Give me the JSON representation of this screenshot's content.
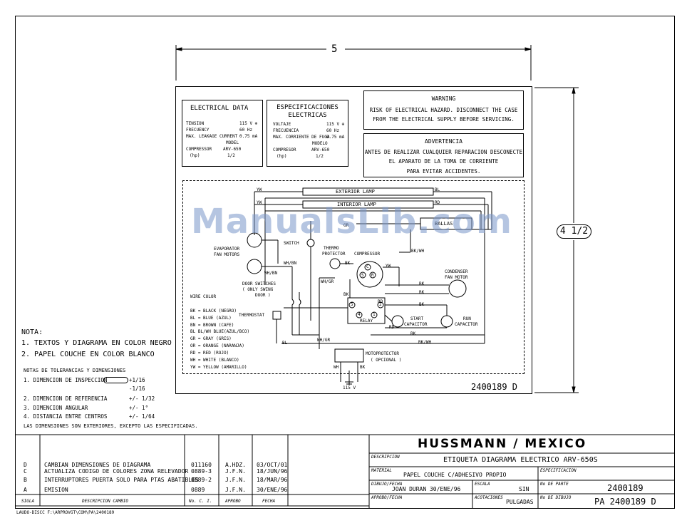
{
  "dimensions": {
    "width": "5",
    "height": "4 1/2"
  },
  "watermark": "ManualsLib.com",
  "electrical_data": {
    "title": "ELECTRICAL DATA",
    "rows": [
      [
        "TENSION",
        "115 V ⊕"
      ],
      [
        "FRECUENCY",
        "60 Hz"
      ],
      [
        "MAX. LEAKAGE CURRENT",
        "0.75 mA"
      ],
      [
        "",
        "MODEL"
      ],
      [
        "COMPRESSOR",
        "ARV-650"
      ],
      [
        "(hp)",
        "1/2"
      ]
    ]
  },
  "especificaciones": {
    "title": "ESPECIFICACIONES",
    "title2": "ELECTRICAS",
    "rows": [
      [
        "VOLTAJE",
        "115 V ⊕"
      ],
      [
        "FRECUENCIA",
        "60 Hz"
      ],
      [
        "MAX. CORRIENTE DE FUGA",
        "0.75 mA"
      ],
      [
        "",
        "MODELO"
      ],
      [
        "COMPRESOR",
        "ARV-650"
      ],
      [
        "(hp)",
        "1/2"
      ]
    ]
  },
  "warning": {
    "title": "WARNING",
    "line1": "RISK OF ELECTRICAL HAZARD. DISCONNECT THE CASE",
    "line2": "FROM THE ELECTRICAL SUPPLY BEFORE SERVICING."
  },
  "advertencia": {
    "title": "ADVERTENCIA",
    "line1": "ANTES DE REALIZAR CUALQUIER REPARACION DESCONECTE",
    "line2": "EL APARATO DE LA TOMA DE CORRIENTE",
    "line3": "PARA EVITAR ACCIDENTES."
  },
  "wiring": {
    "exterior_lamp": "EXTERIOR LAMP",
    "interior_lamp": "INTERIOR LAMP",
    "ballast": "BALLAS",
    "evaporator": "EVAPORATOR",
    "fan_motors": "FAN MOTORS",
    "switch": "SWITCH",
    "thermo": "THERMO",
    "protector": "PROTECTOR",
    "compressor": "COMPRESSOR",
    "door_switches": "DOOR SWITCHES",
    "swing": "( ONLY SWING",
    "door": "DOOR )",
    "thermostat": "THERMOSTAT",
    "relay": "RELAY",
    "start": "START",
    "capacitor": "CAPACITOR",
    "run": "RUN",
    "condenser": "CONDENSER",
    "fan_motor": "FAN MOTOR",
    "motoprotector": "MOTOPROTECTOR",
    "opcional": "( OPCIONAL )",
    "voltage": "115 V",
    "wire_labels": {
      "yw": "YW",
      "bl": "BL",
      "rd": "RD",
      "gr": "GR",
      "bkwh": "BK/WH",
      "whbn": "WH/BN",
      "whgr": "WH/GR",
      "bk": "BK",
      "wh": "WH"
    },
    "terminals": {
      "c": "C",
      "s": "S",
      "r": "R",
      "t1": "1",
      "t2": "2",
      "t4": "4",
      "t5": "5"
    },
    "wire_color_title": "WIRE COLOR",
    "wire_colors": [
      "BK = BLACK (NEGRO)",
      "BL = BLUE (AZUL)",
      "BN = BROWN (CAFE)",
      "BL BL/WH BLUE(AZUL/BCO)",
      "GR = GRAY (GRIS)",
      "OR = ORANGE (NARANJA)",
      "RD = RED (ROJO)",
      "WH = WHITE (BLANCO)",
      "YW = YELLOW (AMARILLO)"
    ],
    "part_number": "2400189 D"
  },
  "notes": {
    "title": "NOTA:",
    "lines": [
      "1. TEXTOS Y DIAGRAMA EN COLOR NEGRO",
      "2. PAPEL COUCHE EN COLOR BLANCO"
    ]
  },
  "tolerances": {
    "title": "NOTAS DE TOLERANCIAS Y DIMENSIONES",
    "rows": [
      [
        "1. DIMENCION DE INSPECCION",
        "+1/16"
      ],
      [
        "",
        "-1/16"
      ],
      [
        "2. DIMENCION DE REFERENCIA",
        "+/- 1/32"
      ],
      [
        "3. DIMENCION ANGULAR",
        "+/- 1°"
      ],
      [
        "4. DISTANCIA ENTRE CENTROS",
        "+/- 1/64"
      ]
    ],
    "footer": "LAS DIMENSIONES SON EXTERIORES, EXCEPTO LAS ESPECIFICADAS."
  },
  "revisions": {
    "rows": [
      {
        "sigla": "D",
        "desc": "CAMBIAN DIMENSIONES DE DIAGRAMA",
        "no": "011160",
        "aprobo": "A.HDZ.",
        "fecha": "03/OCT/01"
      },
      {
        "sigla": "C",
        "desc": "ACTUALIZA CODIGO DE COLORES ZONA RELEVADOR",
        "no": "0889-3",
        "aprobo": "J.F.N.",
        "fecha": "18/JUN/96"
      },
      {
        "sigla": "B",
        "desc": "INTERRUPTORES PUERTA SOLO PARA PTAS ABATIBLES",
        "no": "0889-2",
        "aprobo": "J.F.N.",
        "fecha": "18/MAR/96"
      },
      {
        "sigla": "A",
        "desc": "EMISION",
        "no": "0889",
        "aprobo": "J.F.N.",
        "fecha": "30/ENE/96"
      }
    ],
    "headers": {
      "sigla": "SIGLA",
      "desc": "DESCRIPCION CAMBIO",
      "no": "No. C. I.",
      "aprobo": "APROBO",
      "fecha": "FECHA"
    }
  },
  "title_block": {
    "company": "HUSSMANN / MEXICO",
    "descripcion_label": "DESCRIPCION",
    "descripcion": "ETIQUETA DIAGRAMA ELECTRICO ARV-650S",
    "material_label": "MATERIAL",
    "material": "PAPEL COUCHE C/ADHESIVO PROPIO",
    "especificacion_label": "ESPECIFICACION",
    "dibujo_label": "DIBUJO/FECHA",
    "dibujo": "JOAN DURAN 30/ENE/96",
    "escala_label": "ESCALA",
    "escala": "SIN",
    "no_parte_label": "No DE PARTE",
    "no_parte": "2400189",
    "aprobo_label": "APROBO/FECHA",
    "acotaciones_label": "ACOTACIONES",
    "acotaciones": "PULGADAS",
    "no_dibujo_label": "No DE DIBUJO",
    "no_dibujo": "PA 2400189 D"
  },
  "file_path": "LAUDO-DISCC F:\\ARPROVGT\\COM\\PA\\2400189"
}
